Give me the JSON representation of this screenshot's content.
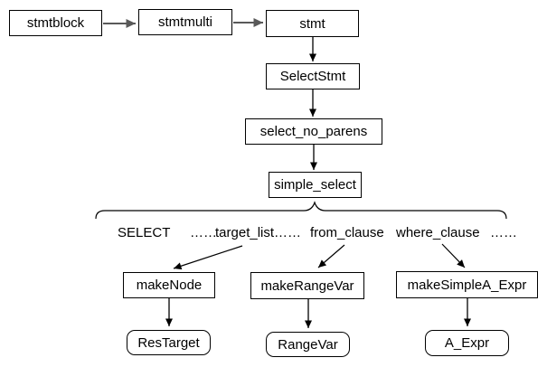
{
  "diagram": {
    "colors": {
      "background": "#ffffff",
      "node_fill": "#ffffff",
      "node_border": "#000000",
      "text": "#000000",
      "arrow_black": "#000000",
      "arrow_gray": "#595959"
    },
    "nodes": {
      "stmtblock": {
        "label": "stmtblock"
      },
      "stmtmulti": {
        "label": "stmtmulti"
      },
      "stmt": {
        "label": "stmt"
      },
      "selectstmt": {
        "label": "SelectStmt"
      },
      "select_no_parens": {
        "label": "select_no_parens"
      },
      "simple_select": {
        "label": "simple_select"
      },
      "makenode": {
        "label": "makeNode"
      },
      "makerangevar": {
        "label": "makeRangeVar"
      },
      "makesimplea_expr": {
        "label": "makeSimpleA_Expr"
      },
      "restarget": {
        "label": "ResTarget"
      },
      "rangevar": {
        "label": "RangeVar"
      },
      "a_expr": {
        "label": "A_Expr"
      }
    },
    "expansion": {
      "select_keyword": "SELECT",
      "dots1": "……",
      "target_list": "target_list……",
      "from_clause": "from_clause",
      "where_clause": "where_clause",
      "dots2": "……"
    }
  }
}
